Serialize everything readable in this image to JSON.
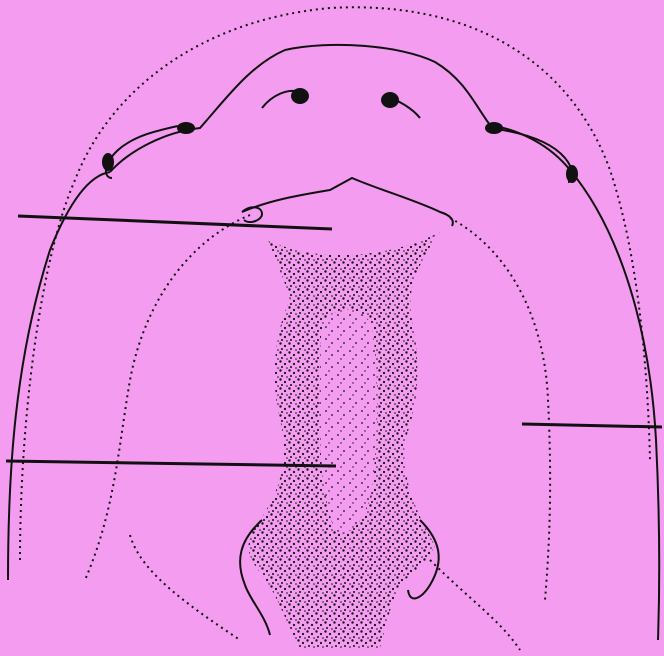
{
  "figure": {
    "background_color": "#f49cf0",
    "ink_color": "#111111",
    "label_lines": [
      "pointer-line-upper-left",
      "pointer-line-middle-left",
      "pointer-line-right"
    ]
  }
}
